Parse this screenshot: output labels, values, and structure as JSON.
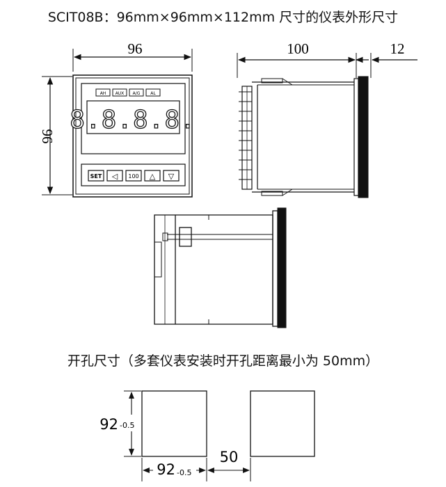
{
  "title": "SCIT08B：96mm×96mm×112mm 尺寸的仪表外形尺寸",
  "front_view": {
    "width_label": "96",
    "height_label": "96",
    "indicators": [
      "AH",
      "AUX",
      "A/G",
      "AL"
    ],
    "display_digits": "8.8.8.8.",
    "buttons": [
      "SET",
      "◁",
      "100",
      "△",
      "▽"
    ]
  },
  "side_view": {
    "depth_label": "100",
    "bezel_label": "12"
  },
  "cutout": {
    "title": "开孔尺寸（多套仪表安装时开孔距离最小为 50mm）",
    "height_main": "92",
    "height_tol": "-0.5",
    "width_main": "92",
    "width_tol": "-0.5",
    "spacing_label": "50"
  }
}
